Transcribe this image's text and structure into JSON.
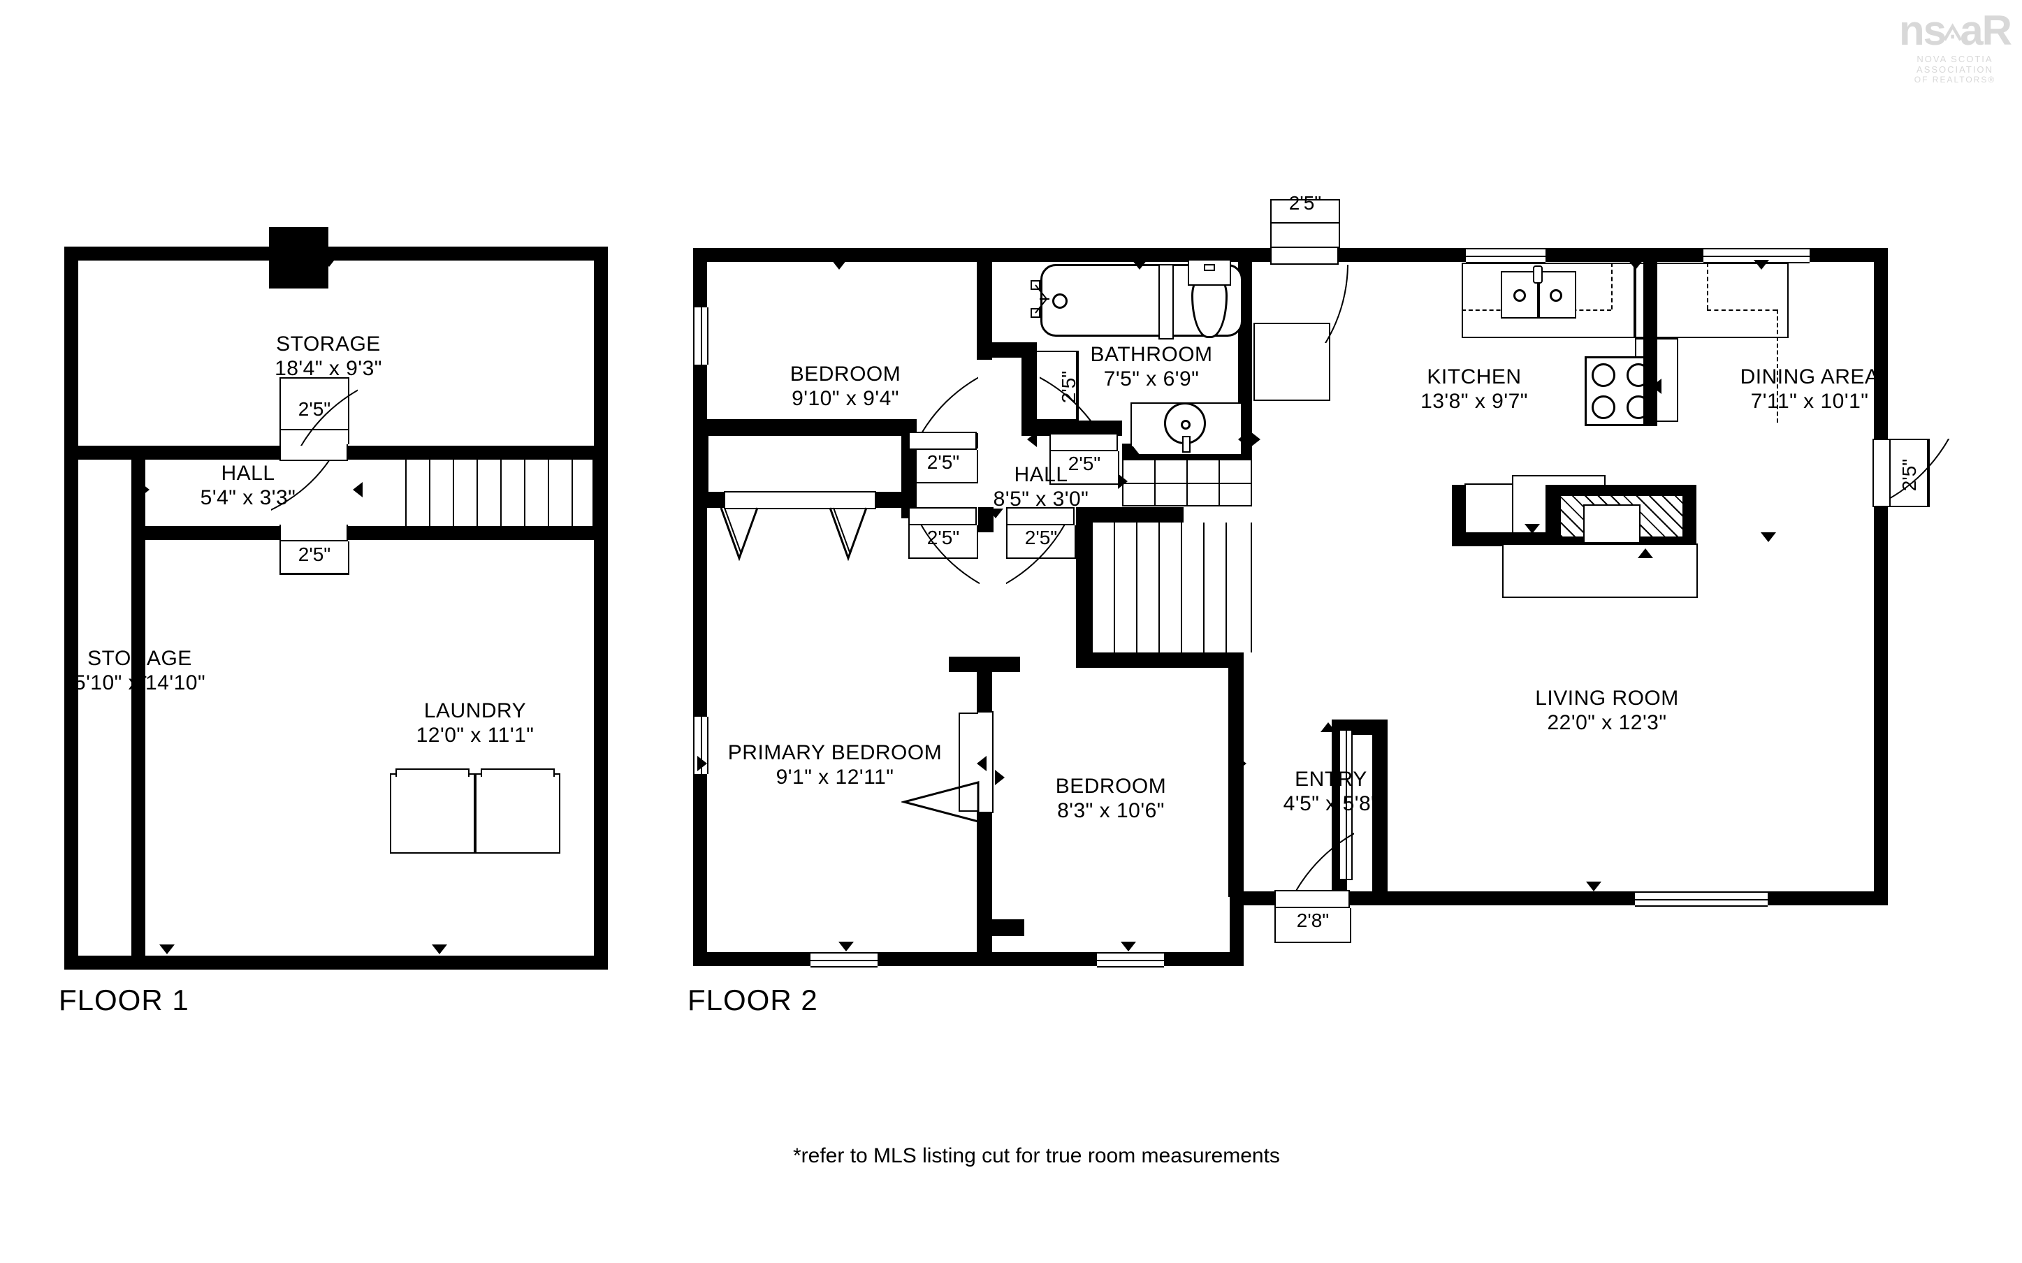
{
  "logo": {
    "mark": "ns",
    "mark2": "aR",
    "line1": "NOVA SCOTIA ASSOCIATION",
    "line2": "OF REALTORS®"
  },
  "footer": {
    "note": "*refer to MLS listing cut for true room measurements"
  },
  "floors": [
    {
      "id": "floor-1",
      "title": "FLOOR 1",
      "rooms": [
        {
          "name": "STORAGE",
          "size": "18'4\" x 9'3\""
        },
        {
          "name": "HALL",
          "size": "5'4\" x 3'3\""
        },
        {
          "name": "STORAGE",
          "size": "5'10\" x 14'10\""
        },
        {
          "name": "LAUNDRY",
          "size": "12'0\" x 11'1\""
        }
      ],
      "door_dims": [
        "2'5\"",
        "2'5\""
      ]
    },
    {
      "id": "floor-2",
      "title": "FLOOR 2",
      "rooms": [
        {
          "name": "BEDROOM",
          "size": "9'10\" x 9'4\""
        },
        {
          "name": "BATHROOM",
          "size": "7'5\" x 6'9\""
        },
        {
          "name": "KITCHEN",
          "size": "13'8\" x 9'7\""
        },
        {
          "name": "DINING AREA",
          "size": "7'11\" x 10'1\""
        },
        {
          "name": "HALL",
          "size": "8'5\" x 3'0\""
        },
        {
          "name": "PRIMARY BEDROOM",
          "size": "9'1\" x 12'11\""
        },
        {
          "name": "BEDROOM",
          "size": "8'3\" x 10'6\""
        },
        {
          "name": "LIVING ROOM",
          "size": "22'0\" x 12'3\""
        },
        {
          "name": "ENTRY",
          "size": "4'5\" x 5'8\""
        }
      ],
      "door_dims": {
        "kitchen_top": "2'5\"",
        "bedroom_hall": "2'5\"",
        "bath_hall_left": "2'5\"",
        "bath_hall_right": "2'5\"",
        "bath_vertical": "2'5\"",
        "primary_hall": "2'5\"",
        "bedroom2_hall": "2'5\"",
        "dining_right": "2'5\"",
        "entry_front": "2'8\""
      }
    }
  ]
}
